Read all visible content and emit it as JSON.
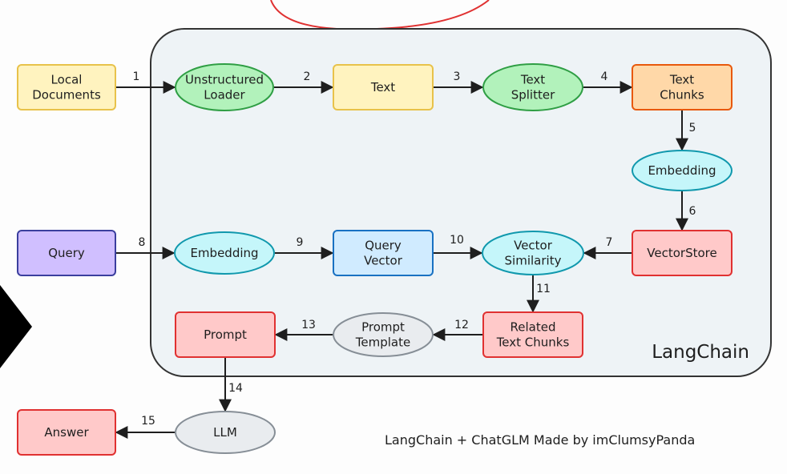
{
  "container": {
    "title": "LangChain"
  },
  "credit": "LangChain + ChatGLM Made by imClumsyPanda",
  "palette": {
    "yellow": {
      "fill": "#fff3bf",
      "stroke": "#e8c24a"
    },
    "green": {
      "fill": "#b2f2bb",
      "stroke": "#2f9e44"
    },
    "orange": {
      "fill": "#ffd8a8",
      "stroke": "#e8590c"
    },
    "cyan": {
      "fill": "#c5f6fa",
      "stroke": "#1098ad"
    },
    "red": {
      "fill": "#ffc9c9",
      "stroke": "#e03131"
    },
    "blue": {
      "fill": "#d0ebff",
      "stroke": "#1971c2"
    },
    "purple": {
      "fill": "#d0bfff",
      "stroke": "#3b3f9e"
    },
    "gray": {
      "fill": "#e9ecef",
      "stroke": "#868e96"
    }
  },
  "nodes": {
    "local_documents": [
      "Local",
      "Documents"
    ],
    "unstructured_loader": [
      "Unstructured",
      "Loader"
    ],
    "text": [
      "Text"
    ],
    "text_splitter": [
      "Text",
      "Splitter"
    ],
    "text_chunks": [
      "Text",
      "Chunks"
    ],
    "embedding_doc": [
      "Embedding"
    ],
    "vector_store": [
      "VectorStore"
    ],
    "query": [
      "Query"
    ],
    "embedding_query": [
      "Embedding"
    ],
    "query_vector": [
      "Query",
      "Vector"
    ],
    "vector_similarity": [
      "Vector",
      "Similarity"
    ],
    "related_text_chunks": [
      "Related",
      "Text Chunks"
    ],
    "prompt_template": [
      "Prompt",
      "Template"
    ],
    "prompt": [
      "Prompt"
    ],
    "llm": [
      "LLM"
    ],
    "answer": [
      "Answer"
    ]
  },
  "edges": [
    "1",
    "2",
    "3",
    "4",
    "5",
    "6",
    "7",
    "8",
    "9",
    "10",
    "11",
    "12",
    "13",
    "14",
    "15"
  ]
}
